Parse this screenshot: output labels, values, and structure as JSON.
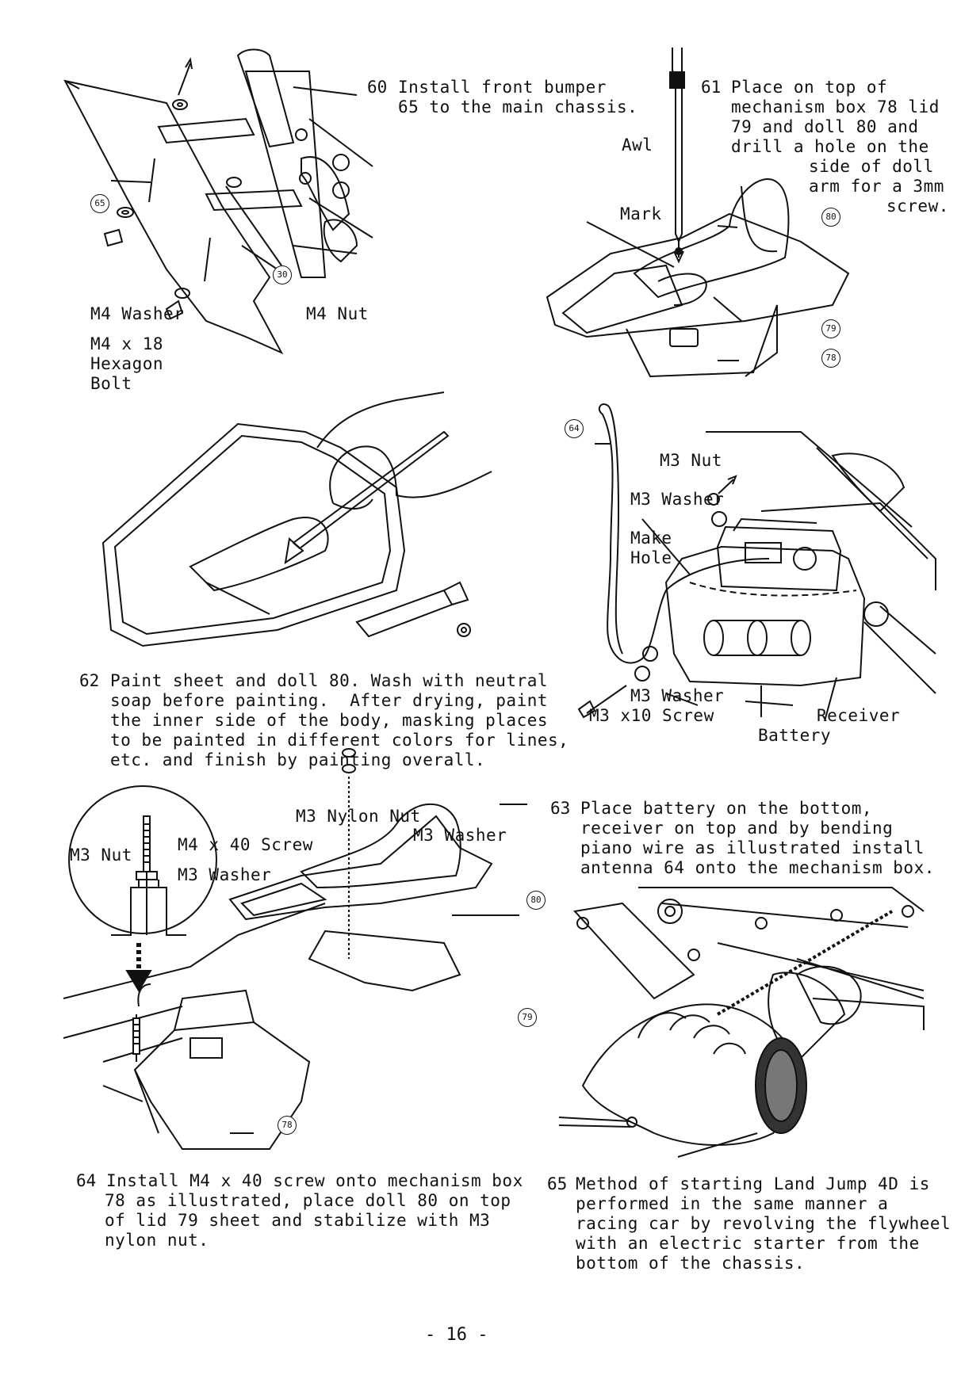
{
  "page_number": "- 16 -",
  "step60": {
    "number": "60",
    "lines": [
      "Install front bumper",
      "65 to the main chassis."
    ],
    "labels": {
      "washer": "M4 Washer",
      "bolt_1": "M4 x 18",
      "bolt_2": "Hexagon",
      "bolt_3": "Bolt",
      "nut": "M4 Nut"
    },
    "callouts": [
      "65",
      "30"
    ]
  },
  "step61": {
    "number": "61",
    "lines": [
      "Place on top of",
      "mechanism box 78 lid",
      "79 and doll 80 and",
      "drill a hole on the",
      "side of doll",
      "arm for a 3mm",
      "screw."
    ],
    "labels": {
      "awl": "Awl",
      "mark": "Mark"
    },
    "callouts": [
      "80",
      "79",
      "78"
    ]
  },
  "step62": {
    "number": "62",
    "lines": [
      "Paint sheet and doll 80. Wash with neutral",
      "soap before painting.  After drying, paint",
      "the inner side of the body, masking places",
      "to be painted in different colors for lines,",
      "etc. and finish by painting overall."
    ]
  },
  "step63": {
    "number": "63",
    "lines": [
      "Place battery on the bottom,",
      "receiver on top and by bending",
      "piano wire as illustrated install",
      "antenna 64 onto the mechanism box."
    ],
    "labels": {
      "nut": "M3 Nut",
      "washer_top": "M3 Washer",
      "hole_1": "Make",
      "hole_2": "Hole",
      "washer_bottom": "M3 Washer",
      "screw": "M3 x10 Screw",
      "receiver": "Receiver",
      "battery": "Battery"
    },
    "callouts": [
      "64"
    ]
  },
  "step64": {
    "number": "64",
    "lines": [
      "Install M4 x 40 screw onto mechanism box",
      "78 as illustrated, place doll 80 on top",
      "of lid 79 sheet and stabilize with M3",
      "nylon nut."
    ],
    "labels": {
      "nylon_nut": "M3 Nylon Nut",
      "washer_right": "M3 Washer",
      "nut": "M3 Nut",
      "screw": "M4 x 40 Screw",
      "washer_left": "M3 Washer"
    },
    "callouts": [
      "80",
      "79",
      "78"
    ]
  },
  "step65": {
    "number": "65",
    "lines": [
      "Method of starting Land Jump 4D is",
      "performed in the same manner a",
      "racing car by revolving the flywheel",
      "with an electric starter from the",
      "bottom of the chassis."
    ]
  }
}
